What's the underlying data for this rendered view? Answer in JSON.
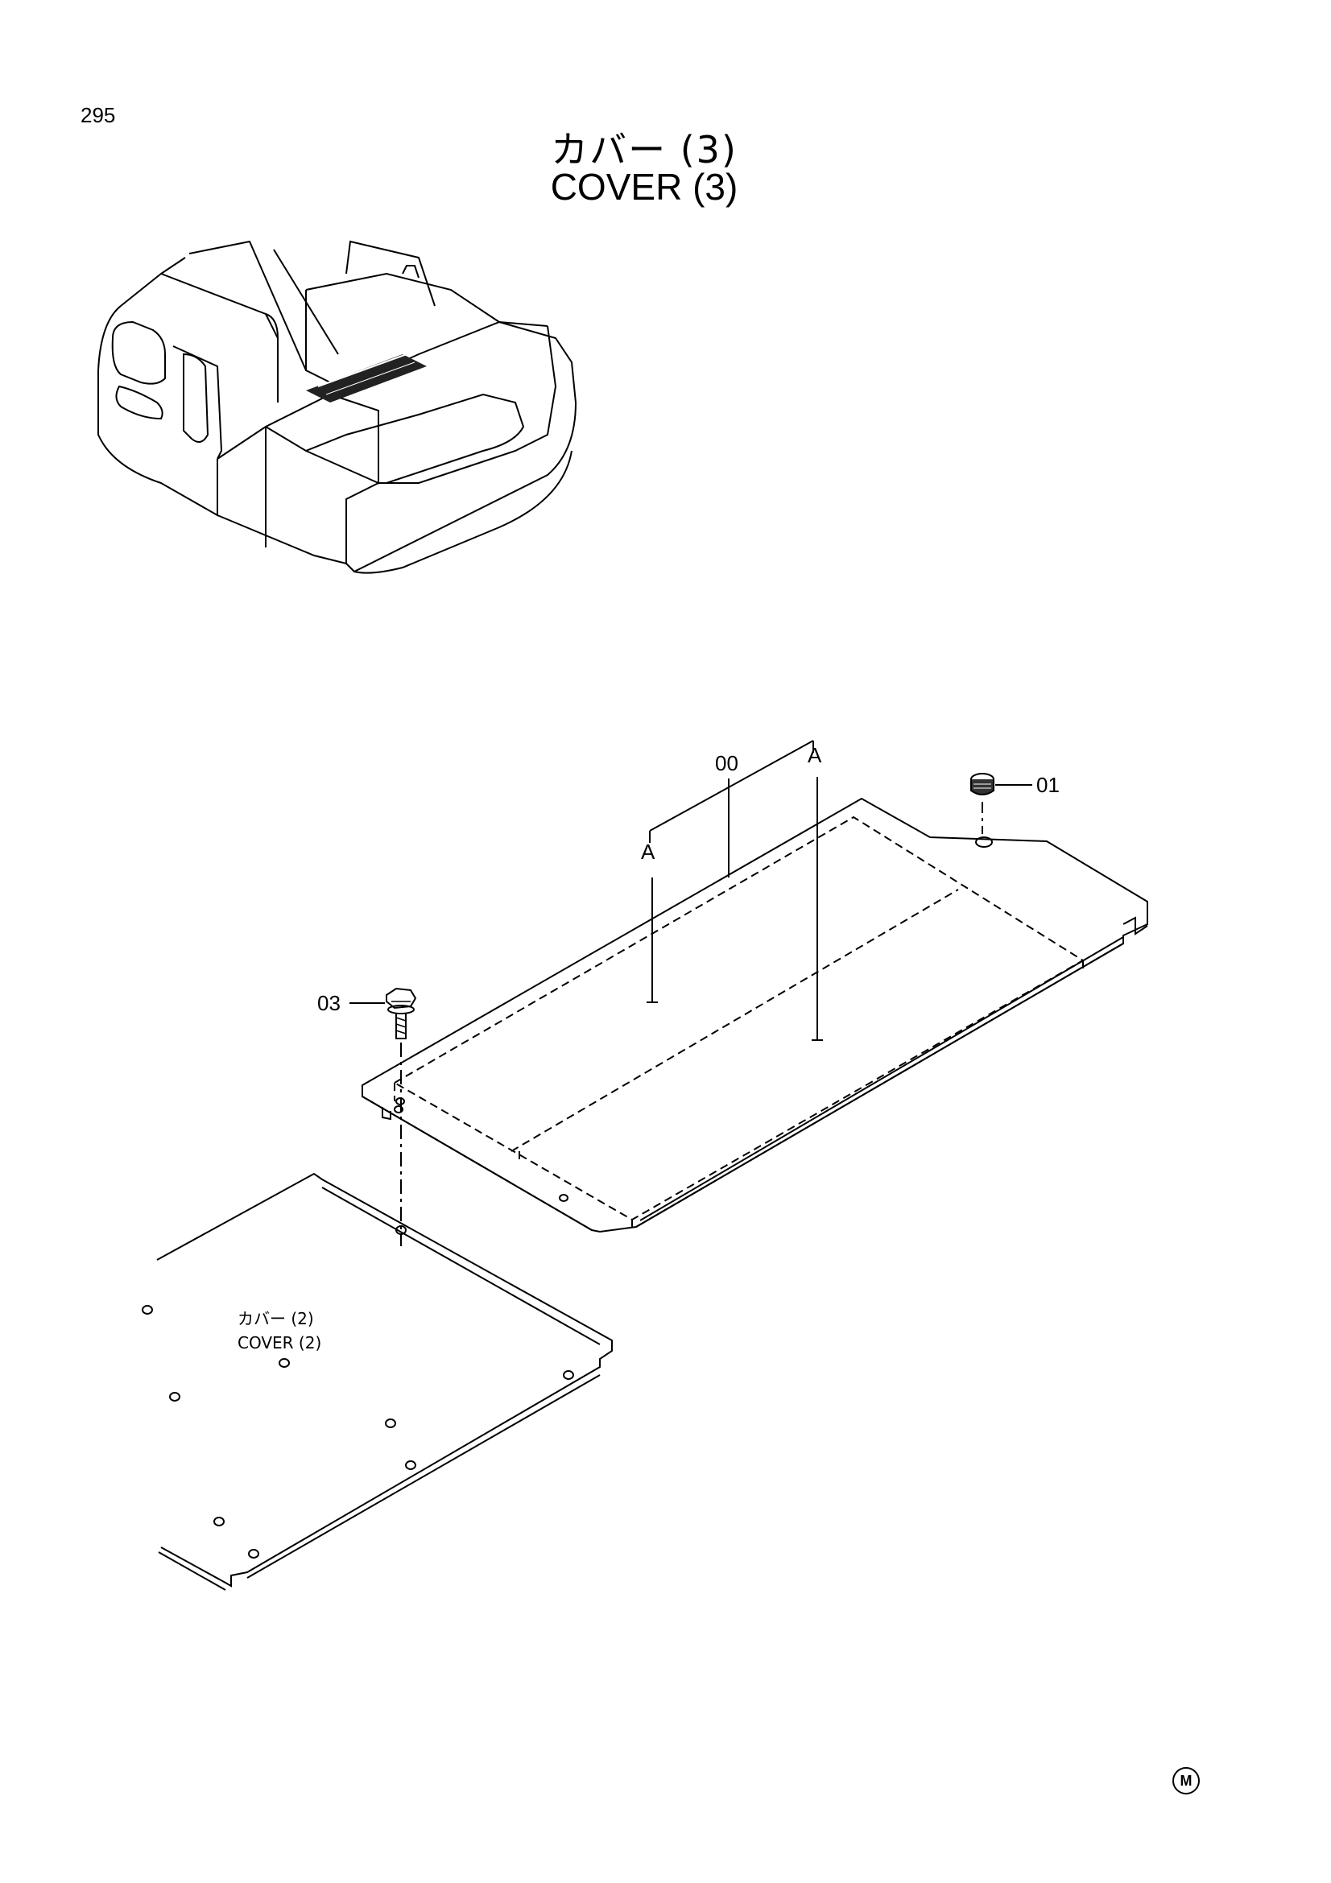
{
  "page": {
    "number": "295",
    "title_jp": "カバー (3)",
    "title_en": "COVER (3)",
    "marker": "M"
  },
  "callouts": {
    "part_00": "00",
    "part_01": "01",
    "part_03": "03",
    "view_a_left": "A",
    "view_a_right": "A"
  },
  "related": {
    "label_jp": "カバー (2)",
    "label_en": "COVER (2)"
  }
}
